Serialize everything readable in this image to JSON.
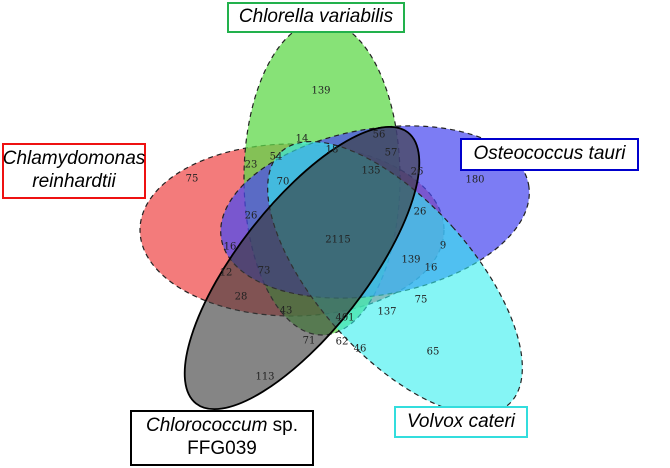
{
  "sets": [
    {
      "id": "chlorella",
      "name": "Chlorella variabilis",
      "color": "#22b14c",
      "fill": "#7ddf6e"
    },
    {
      "id": "osteococcus",
      "name": "Osteococcus tauri",
      "color": "#0000cc",
      "fill": "#6464f0"
    },
    {
      "id": "volvox",
      "name": "Volvox cateri",
      "color": "#33dddd",
      "fill": "#5ff0ee"
    },
    {
      "id": "chlorococcum",
      "name_italic": "Chlorococcum",
      "name_rest": " sp.",
      "name_line2": "FFG039",
      "color": "#000000",
      "fill": "#555555"
    },
    {
      "id": "chlamydomonas",
      "name_line1": "Chlamydomonas",
      "name_line2": "reinhardtii",
      "color": "#ee1111",
      "fill": "#f05a5a"
    }
  ],
  "regions": [
    "139",
    "14",
    "18",
    "56",
    "57",
    "23",
    "54",
    "70",
    "135",
    "26",
    "180",
    "75",
    "26",
    "26",
    "2115",
    "9",
    "16",
    "139",
    "16",
    "12",
    "73",
    "28",
    "43",
    "401",
    "137",
    "75",
    "71",
    "62",
    "46",
    "65",
    "113"
  ]
}
